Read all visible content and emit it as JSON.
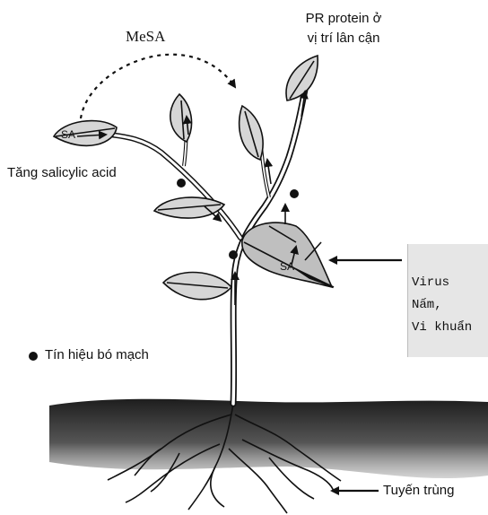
{
  "labels": {
    "mesa": "MeSA",
    "pr_protein_line1": "PR protein ở",
    "pr_protein_line2": "vị trí lân cận",
    "sa_left": "SA",
    "sa_right": "SA",
    "increase_sa": "Tăng salicylic acid",
    "vascular_signal": "Tín hiệu bó mạch",
    "nematode": "Tuyến trùng",
    "pathogens": [
      "Virus",
      "Nấm,",
      "Vi khuẩn"
    ]
  },
  "colors": {
    "ink": "#111111",
    "leaf_fill": "#d6d6d6",
    "infected_leaf_fill": "#bfbfbf",
    "soil_dark": "#2b2b2b",
    "box_fill": "#e6e6e6"
  },
  "icons": {
    "bullet": "black-dot-icon"
  }
}
